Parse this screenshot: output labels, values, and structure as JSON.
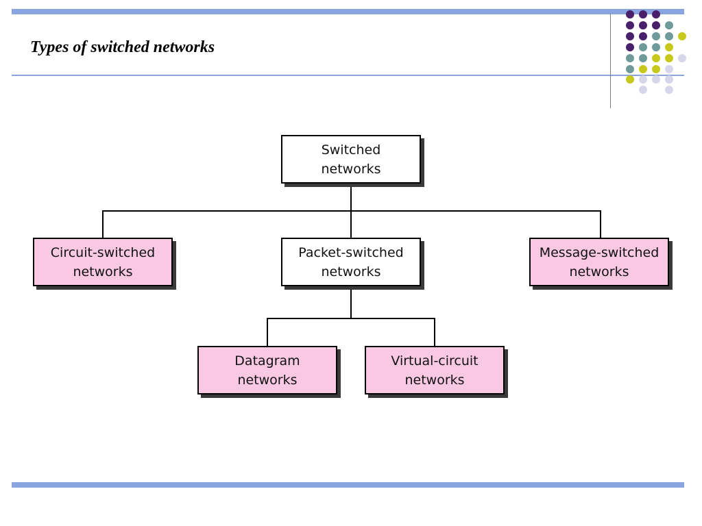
{
  "slide": {
    "title": "Types of switched networks"
  },
  "colors": {
    "accent_bar": "#8aa4e0",
    "pink_box": "#f9c8e3",
    "dot_purple": "#4a1f6b",
    "dot_teal": "#6f9a9a",
    "dot_yellow": "#c8c81c",
    "dot_lavender": "#d6d6ea"
  },
  "diagram": {
    "root": {
      "line1": "Switched",
      "line2": "networks"
    },
    "circuit": {
      "line1": "Circuit-switched",
      "line2": "networks"
    },
    "packet": {
      "line1": "Packet-switched",
      "line2": "networks"
    },
    "message": {
      "line1": "Message-switched",
      "line2": "networks"
    },
    "datagram": {
      "line1": "Datagram",
      "line2": "networks"
    },
    "virtual": {
      "line1": "Virtual-circuit",
      "line2": "networks"
    }
  }
}
